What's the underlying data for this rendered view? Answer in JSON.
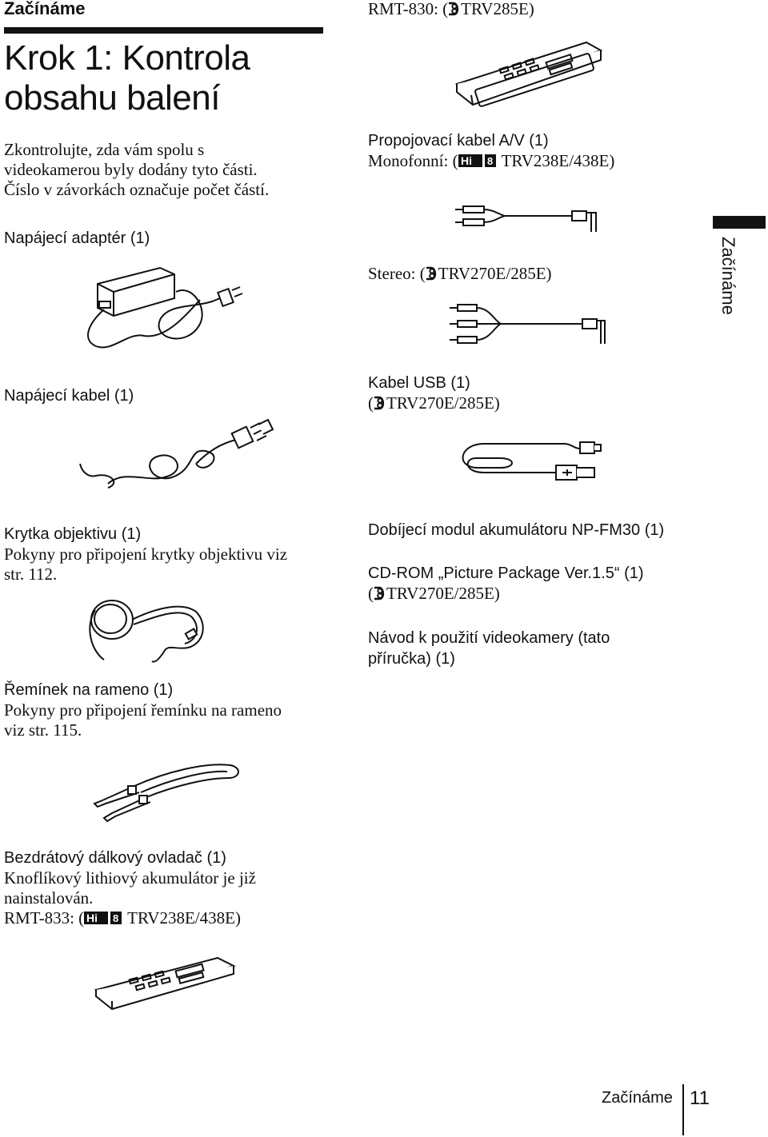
{
  "header": {
    "section": "Začínáme"
  },
  "title": {
    "line1": "Krok 1: Kontrola",
    "line2": "obsahu balení"
  },
  "intro": {
    "line1": "Zkontrolujte, zda vám spolu s",
    "line2": "videokamerou byly dodány tyto části.",
    "line3": "Číslo v závorkách označuje počet částí."
  },
  "side_tab": {
    "label": "Začínáme"
  },
  "items": {
    "adapter": {
      "title": "Napájecí adaptér (1)"
    },
    "power_cord": {
      "title": "Napájecí kabel (1)"
    },
    "lens_cap": {
      "title": "Krytka objektivu (1)",
      "note1": "Pokyny pro připojení krytky objektivu viz",
      "note2": "str. 112."
    },
    "strap": {
      "title": "Řemínek na rameno (1)",
      "note1": "Pokyny pro připojení řemínku na rameno",
      "note2": "viz str. 115."
    },
    "remote": {
      "title": "Bezdrátový dálkový ovladač (1)",
      "note1": "Knoflíkový lithiový akumulátor je již",
      "note2": "nainstalován.",
      "rmt833_prefix": "RMT-833: (",
      "rmt833_models": "TRV238E/438E)",
      "rmt830_prefix": "RMT-830: (",
      "rmt830_models": "TRV285E)"
    },
    "av_cable": {
      "title": "Propojovací kabel A/V (1)",
      "mono_prefix": "Monofonní: (",
      "mono_models": "TRV238E/438E)",
      "stereo_prefix": "Stereo: (",
      "stereo_models": "TRV270E/285E)"
    },
    "usb_cable": {
      "title": "Kabel USB (1)",
      "open": "(",
      "models": "TRV270E/285E)"
    },
    "battery": {
      "title": "Dobíjecí modul akumulátoru NP-FM30 (1)"
    },
    "cdrom": {
      "title": "CD-ROM „Picture Package Ver.1.5“ (1)",
      "open": "(",
      "models": "TRV270E/285E)"
    },
    "manual": {
      "line1": "Návod k použití videokamery (tato",
      "line2": "příručka) (1)"
    }
  },
  "footer": {
    "section": "Začínáme",
    "page": "11"
  },
  "icons": {
    "digital8": "digital8-logo-icon",
    "hi8": "hi8-logo-icon"
  }
}
